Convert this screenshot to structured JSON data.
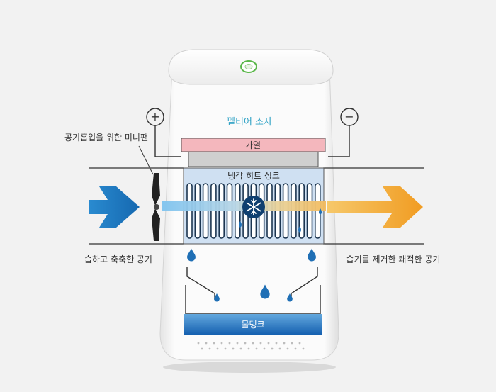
{
  "labels": {
    "peltier": "펠티어 소자",
    "heat": "가열",
    "heatsink": "냉각 히트 싱크",
    "minifan": "공기흡입을 위한 미니팬",
    "humid_air": "습하고 축축한 공기",
    "dry_air": "습기를 제거한 쾌적한 공기",
    "water_tank": "물탱크",
    "plus": "+",
    "minus": "−"
  },
  "colors": {
    "background": "#f2f2f2",
    "peltier_text": "#2aa0c4",
    "heat_plate": "#f4b7bd",
    "heatsink_body": "#cfe0f2",
    "tank_top": "#63a8de",
    "tank_bottom": "#1560b0",
    "arrow_blue": "#1b7cc4",
    "arrow_orange": "#f4a62e",
    "drop": "#1f6fb5",
    "power_ring": "#5bb84a"
  },
  "icons": {
    "power_button": "power-button-icon",
    "snowflake": "snowflake-icon",
    "fan": "fan-blade-icon",
    "water_drop": "water-drop-icon"
  }
}
